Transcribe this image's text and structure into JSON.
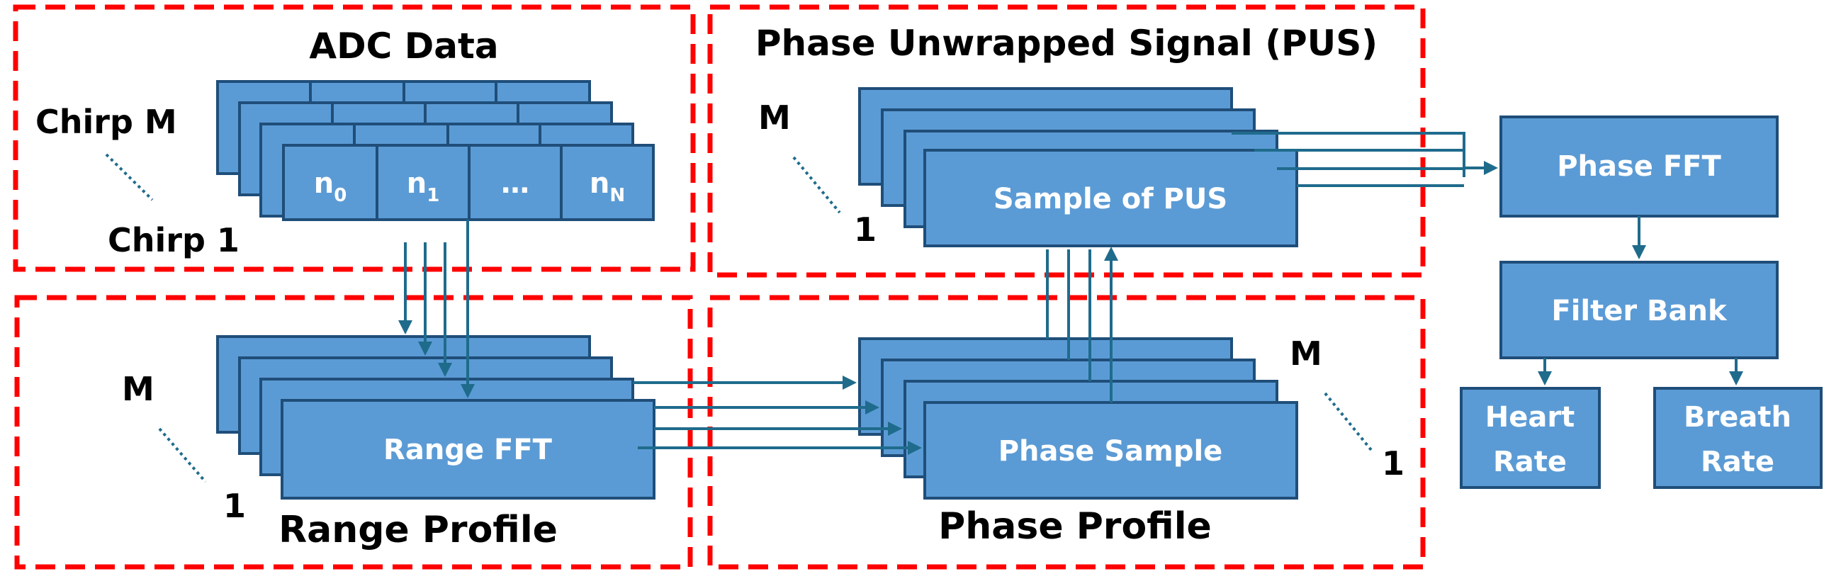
{
  "adc": {
    "title": "ADC Data",
    "chirp_top": "Chirp M",
    "chirp_bottom": "Chirp 1",
    "cells": [
      {
        "base": "n",
        "sub": "0"
      },
      {
        "base": "n",
        "sub": "1"
      },
      {
        "base": "…",
        "sub": ""
      },
      {
        "base": "n",
        "sub": "N"
      }
    ]
  },
  "pus": {
    "title": "Phase Unwrapped Signal (PUS)",
    "m_label": "M",
    "one_label": "1",
    "box_label": "Sample of PUS"
  },
  "range": {
    "title": "Range Profile",
    "m_label": "M",
    "one_label": "1",
    "box_label": "Range FFT"
  },
  "phase": {
    "title": "Phase Profile",
    "m_label": "M",
    "one_label": "1",
    "box_label": "Phase Sample"
  },
  "right": {
    "phase_fft": "Phase FFT",
    "filter_bank": "Filter Bank",
    "heart_line1": "Heart",
    "heart_line2": "Rate",
    "breath_line1": "Breath",
    "breath_line2": "Rate"
  },
  "colors": {
    "box_fill": "#5b9bd5",
    "box_stroke": "#1f4e79",
    "dashed_border": "#ff0000",
    "arrow": "#1f6b8c"
  }
}
